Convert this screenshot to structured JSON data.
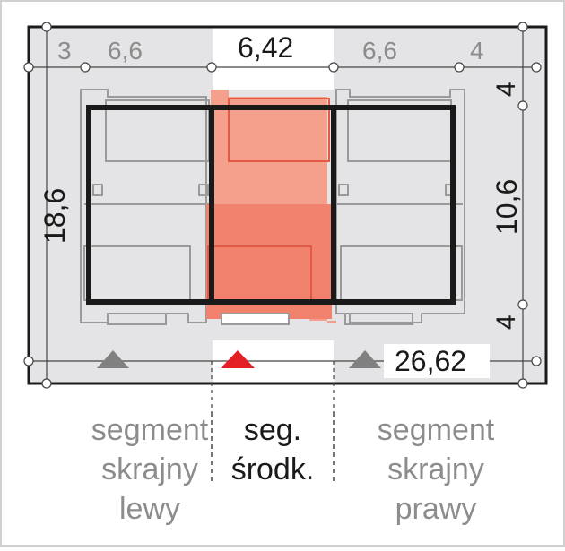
{
  "dimensions": {
    "top": [
      "3",
      "6,6",
      "6,42",
      "6,6",
      "4"
    ],
    "right": [
      "4",
      "10,6",
      "4"
    ],
    "left": "18,6",
    "bottom_total": "26,62"
  },
  "segments": {
    "left": [
      "segment",
      "skrajny",
      "lewy"
    ],
    "middle": [
      "seg.",
      "środk."
    ],
    "right": [
      "segment",
      "skrajny",
      "prawy"
    ]
  },
  "colors": {
    "highlight": "#f0826e",
    "highlight_light": "#f4a08d",
    "site_bg": "#e4e4e6",
    "gray_text": "#8c8c8c",
    "arrow_gray": "#808080",
    "arrow_red": "#e31e24",
    "outline": "#1a1a1a"
  },
  "markers": {
    "left_segment": "gray-triangle",
    "middle_segment": "red-triangle",
    "right_segment": "gray-triangle"
  }
}
